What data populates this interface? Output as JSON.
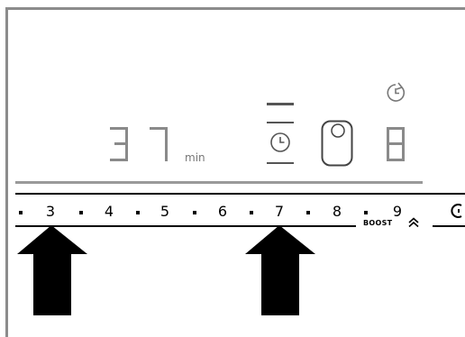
{
  "display": {
    "digits": [
      "3",
      "7"
    ],
    "unit": "min",
    "timer_level": "8"
  },
  "slider": {
    "levels": [
      {
        "value": "3",
        "highlighted": true
      },
      {
        "value": "4",
        "highlighted": false
      },
      {
        "value": "5",
        "highlighted": false
      },
      {
        "value": "6",
        "highlighted": false
      },
      {
        "value": "7",
        "highlighted": true
      },
      {
        "value": "8",
        "highlighted": false
      },
      {
        "value": "9",
        "highlighted": false
      }
    ],
    "boost_label": "BOOST"
  },
  "icons": {
    "timer": "clock-icon",
    "pan_detect": "pan-icon",
    "timer_reset": "clock-reset-icon",
    "boost": "double-chevron-up-icon",
    "edge": "power-icon"
  },
  "annotations": {
    "arrow_targets": [
      "3",
      "7"
    ]
  }
}
